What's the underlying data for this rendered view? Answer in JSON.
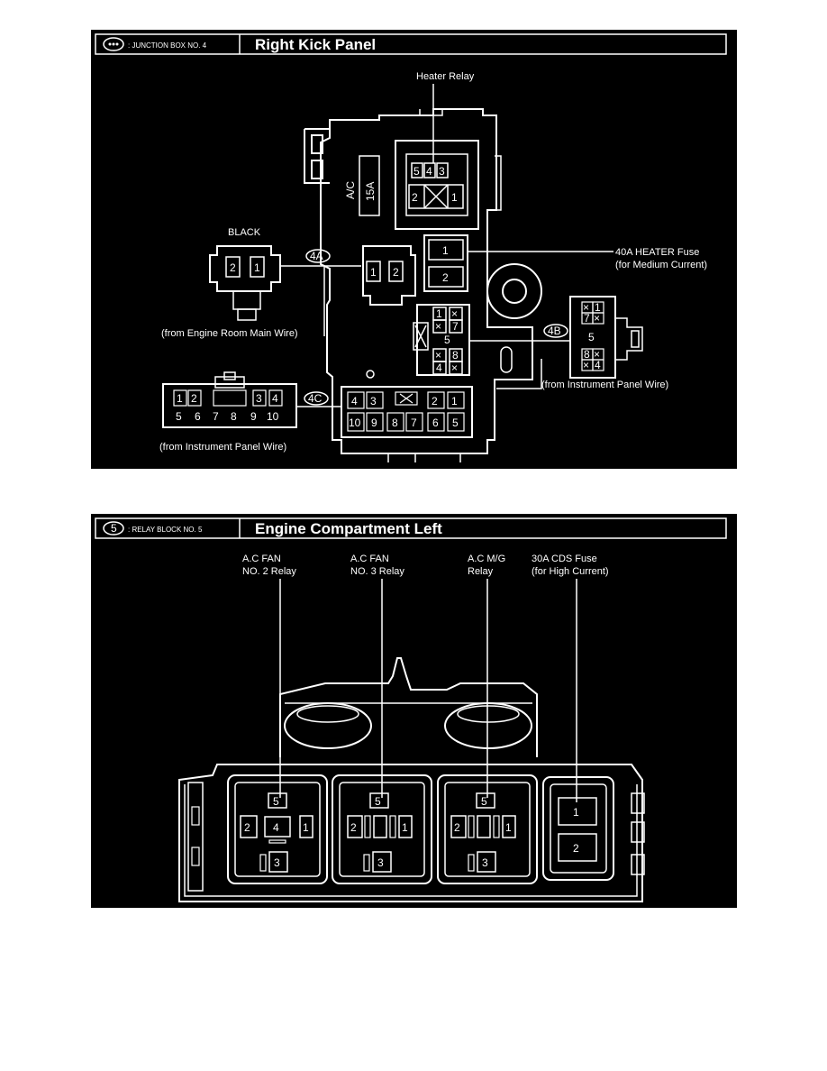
{
  "panel1": {
    "icon_label": "",
    "header_code": ": JUNCTION BOX NO. 4",
    "title": "Right Kick Panel",
    "labels": {
      "heater_relay": "Heater Relay",
      "black": "BLACK",
      "engine_room_main": "(from Engine Room Main Wire)",
      "instrument_panel_c": "(from Instrument Panel Wire)",
      "instrument_panel_b": "(from Instrument Panel Wire)",
      "heater_fuse_line1": "40A HEATER Fuse",
      "heater_fuse_line2": "(for Medium Current)",
      "ac_fuse_name": "A/C",
      "ac_fuse_rating": "15A"
    },
    "connector_tags": {
      "a": "4A",
      "b": "4B",
      "c": "4C"
    },
    "heater_relay_pins": [
      "5",
      "4",
      "3",
      "2",
      "1"
    ],
    "connector_4a_pins": [
      "2",
      "1"
    ],
    "socket_4a_pins": [
      "1",
      "2"
    ],
    "fuse_pins": [
      "1",
      "2"
    ],
    "connector_4b_pins": [
      "1",
      "7",
      "5",
      "8",
      "4"
    ],
    "socket_4b_pins": [
      "1",
      "7",
      "5",
      "8",
      "4"
    ],
    "connector_4c_pins": [
      "1",
      "2",
      "3",
      "4",
      "5",
      "6",
      "7",
      "8",
      "9",
      "10"
    ],
    "socket_4c_top": [
      "4",
      "3",
      "2",
      "1"
    ],
    "socket_4c_bottom": [
      "10",
      "9",
      "8",
      "7",
      "6",
      "5"
    ],
    "x_mark": "×"
  },
  "panel2": {
    "icon_label": "5",
    "header_code": ": RELAY BLOCK NO. 5",
    "title": "Engine Compartment Left",
    "relay1_line1": "A.C FAN",
    "relay1_line2": "NO. 2 Relay",
    "relay2_line1": "A.C FAN",
    "relay2_line2": "NO. 3 Relay",
    "relay3_line1": "A.C M/G",
    "relay3_line2": "Relay",
    "fuse_line1": "30A CDS Fuse",
    "fuse_line2": "(for High Current)",
    "relay1_pins": [
      "5",
      "2",
      "4",
      "1",
      "3"
    ],
    "relay2_pins": [
      "5",
      "2",
      "1",
      "3"
    ],
    "relay3_pins": [
      "5",
      "2",
      "1",
      "3"
    ],
    "fuse_pins": [
      "1",
      "2"
    ]
  }
}
